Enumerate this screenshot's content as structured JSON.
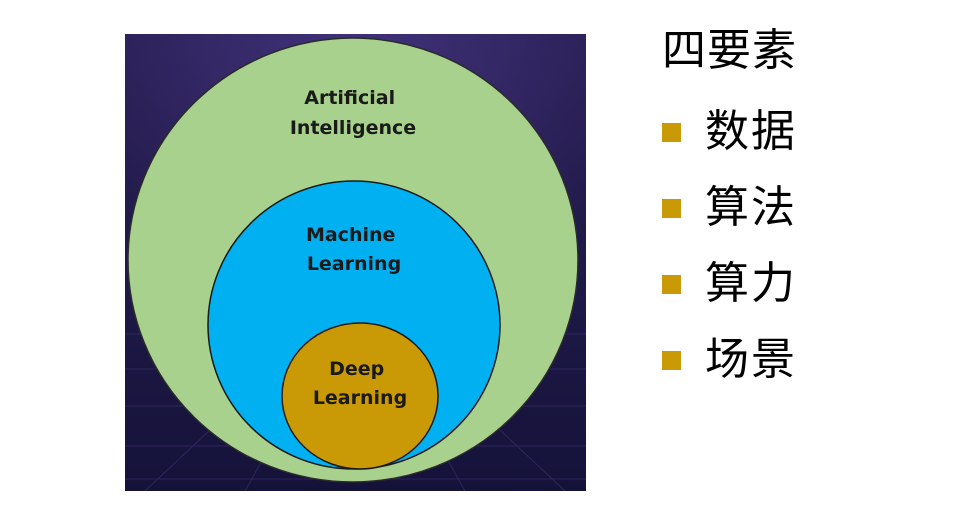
{
  "diagram": {
    "circles": [
      {
        "id": "ai",
        "label_lines": [
          "Artificial",
          "Intelligence"
        ],
        "fill": "#a9d18e"
      },
      {
        "id": "ml",
        "label_lines": [
          "Machine",
          "Learning"
        ],
        "fill": "#00b0f0"
      },
      {
        "id": "dl",
        "label_lines": [
          "Deep",
          "Learning"
        ],
        "fill": "#c99a06"
      }
    ],
    "background_color": "#1c1742"
  },
  "elements": {
    "title": "四要素",
    "bullet_color": "#c99a06",
    "items": [
      "数据",
      "算法",
      "算力",
      "场景"
    ]
  }
}
